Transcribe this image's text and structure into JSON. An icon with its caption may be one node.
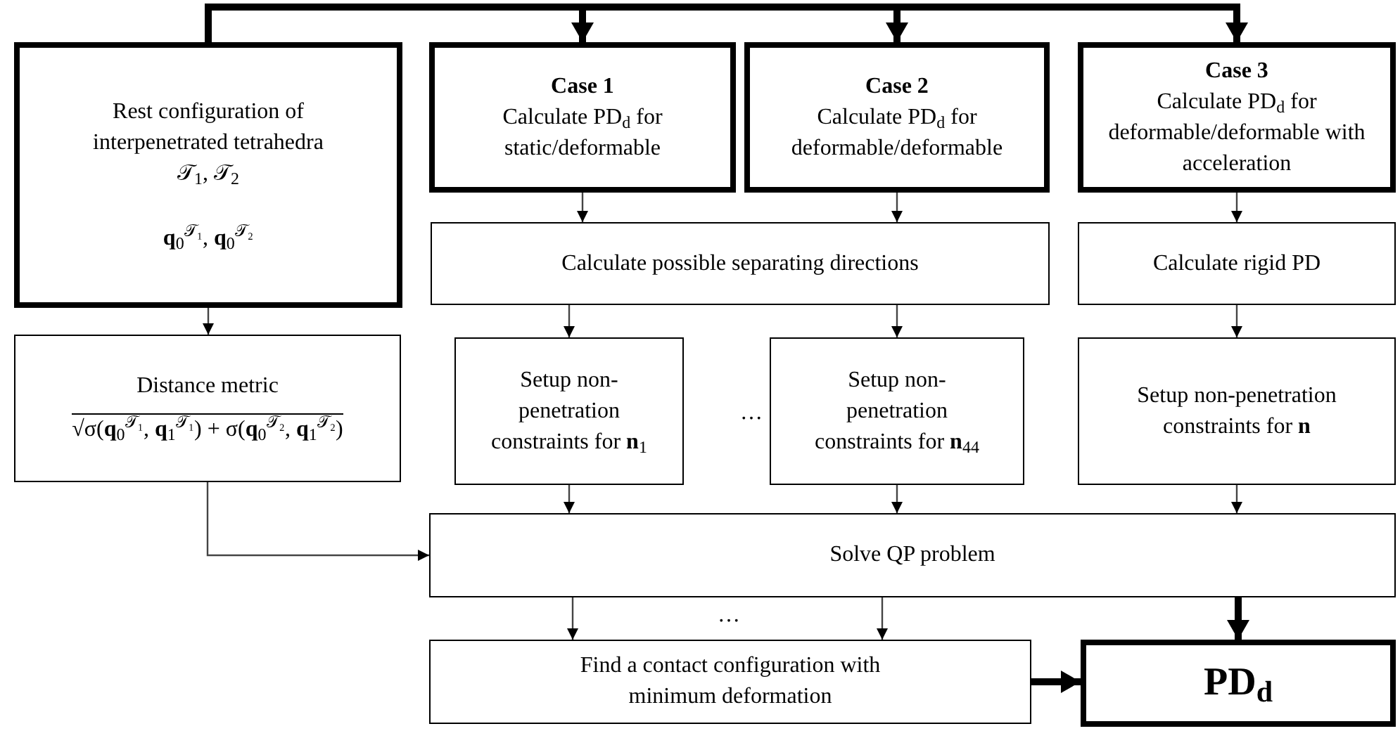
{
  "diagram": {
    "nodes": [
      {
        "text": [
          "Rest configuration of interpenetrated tetrahedra 𝒯$_{1}$, 𝒯$_{2}$",
          "**q**$_{0}$$^{𝒯₁}$, **q**$_{0}$$^{𝒯₂}$"
        ]
      },
      {
        "text": [
          "Case 1",
          "Calculate PD$_{d}$ for static/deformable"
        ]
      },
      {
        "text": [
          "Case 2",
          "Calculate PD$_{d}$ for deformable/deformable"
        ]
      },
      {
        "text": [
          "Case 3",
          "Calculate PD$_{d}$ for deformable/deformable with acceleration"
        ]
      },
      {
        "text": [
          "Distance metric",
          "√σ(**q**$_{0}$$^{𝒯₁}$, **q**$_{1}$$^{𝒯₁}$) + σ(**q**$_{0}$$^{𝒯₂}$, **q**$_{1}$$^{𝒯₂}$)"
        ]
      },
      {
        "text": [
          "Calculate possible separating directions"
        ]
      },
      {
        "text": [
          "Calculate rigid PD"
        ]
      },
      {
        "text": [
          "Setup non-penetration constraints for **n**$_{1}$"
        ]
      },
      {
        "text": [
          "Setup non-penetration constraints for **n**$_{44}$"
        ]
      },
      {
        "text": [
          "Setup non-penetration constraints for **n**"
        ]
      },
      {
        "text": [
          "Solve QP problem"
        ]
      },
      {
        "text": [
          "Find a contact configuration with minimum deformation"
        ]
      },
      {
        "text": [
          "PD$_{d}$"
        ]
      }
    ],
    "edges": [
      {
        "from": 0,
        "to": 1,
        "arrow": "to",
        "style": "thick"
      },
      {
        "from": 0,
        "to": 2,
        "arrow": "to",
        "style": "thick"
      },
      {
        "from": 0,
        "to": 3,
        "arrow": "to",
        "style": "thick"
      },
      {
        "from": 1,
        "to": 5,
        "arrow": "to"
      },
      {
        "from": 2,
        "to": 5,
        "arrow": "to"
      },
      {
        "from": 3,
        "to": 6,
        "arrow": "to"
      },
      {
        "from": 5,
        "to": 7,
        "arrow": "to"
      },
      {
        "from": 5,
        "to": 8,
        "arrow": "to"
      },
      {
        "from": 6,
        "to": 9,
        "arrow": "to"
      },
      {
        "from": 0,
        "to": 4,
        "arrow": "to"
      },
      {
        "from": 4,
        "to": 10,
        "arrow": "to"
      },
      {
        "from": 7,
        "to": 10,
        "arrow": "to"
      },
      {
        "from": 8,
        "to": 10,
        "arrow": "to"
      },
      {
        "from": 9,
        "to": 10,
        "arrow": "to"
      },
      {
        "from": 10,
        "to": 11,
        "arrow": "to"
      },
      {
        "from": 10,
        "to": 11,
        "arrow": "to"
      },
      {
        "from": 10,
        "to": 12,
        "arrow": "to",
        "style": "thick"
      },
      {
        "from": 11,
        "to": 12,
        "arrow": "to",
        "style": "thick"
      }
    ],
    "labels": [
      "…",
      "…"
    ]
  }
}
